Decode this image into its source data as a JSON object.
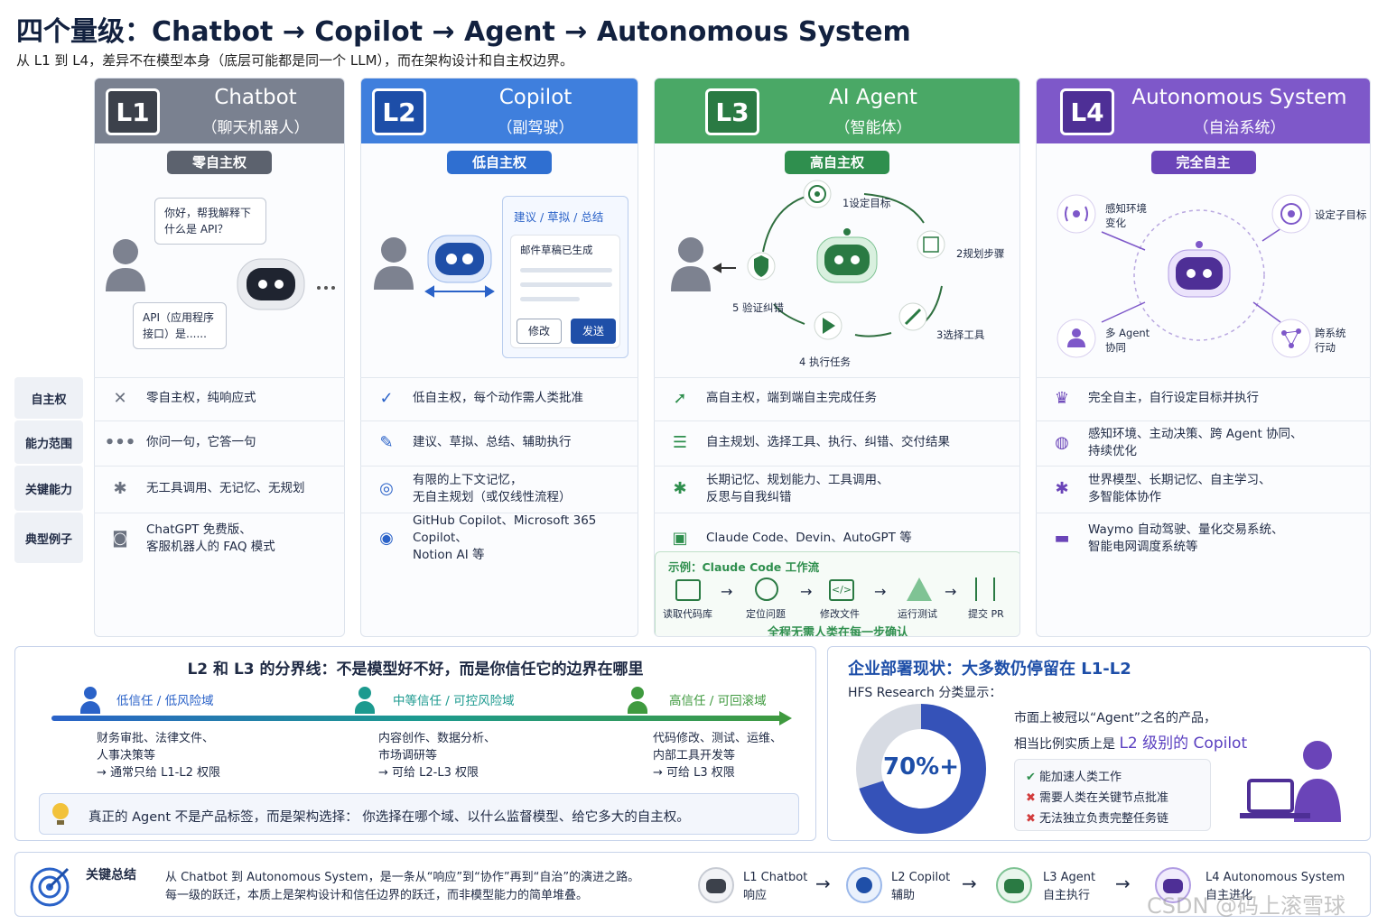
{
  "header": {
    "title": "四个量级：Chatbot → Copilot → Agent → Autonomous System",
    "subtitle": "从 L1 到 L4，差异不在模型本身（底层可能都是同一个 LLM），而在架构设计和自主权边界。"
  },
  "row_labels": [
    "自主权",
    "能力范围",
    "关键能力",
    "典型例子"
  ],
  "levels": [
    {
      "code": "L1",
      "name": "Chatbot",
      "sub": "（聊天机器人）",
      "pill": "零自主权",
      "color": "#7a8190",
      "dark": "#3c414b",
      "rows": [
        "零自主权，纯响应式",
        "你问一句，它答一句",
        "无工具调用、无记忆、无规划",
        "ChatGPT 免费版、\n客服机器人的 FAQ 模式"
      ],
      "bubble_user": "你好，帮我解释下\n什么是 API？",
      "bubble_bot": "API（应用程序\n接口）是......"
    },
    {
      "code": "L2",
      "name": "Copilot",
      "sub": "（副驾驶）",
      "pill": "低自主权",
      "color": "#3f7fdd",
      "dark": "#1d4ea8",
      "rows": [
        "低自主权，每个动作需人类批准",
        "建议、草拟、总结、辅助执行",
        "有限的上下文记忆，\n无自主规划（或仅线性流程）",
        "GitHub Copilot、Microsoft 365 Copilot、\nNotion AI 等"
      ],
      "panel_title": "建议 / 草拟 / 总结",
      "panel_doc": "邮件草稿已生成",
      "btn_edit": "修改",
      "btn_send": "发送"
    },
    {
      "code": "L3",
      "name": "AI Agent",
      "sub": "（智能体）",
      "pill": "高自主权",
      "color": "#4aa866",
      "dark": "#2a7a43",
      "rows": [
        "高自主权，端到端自主完成任务",
        "自主规划、选择工具、执行、纠错、交付结果",
        "长期记忆、规划能力、工具调用、\n反思与自我纠错",
        "Claude Code、Devin、AutoGPT 等"
      ],
      "loop": [
        "1设定目标",
        "2规划步骤",
        "3选择工具",
        "4 执行任务",
        "5 验证纠错"
      ],
      "example_title": "示例：Claude Code 工作流",
      "example_steps": [
        "读取代码库",
        "定位问题",
        "修改文件",
        "运行测试",
        "提交 PR"
      ],
      "example_foot": "全程无需人类在每一步确认"
    },
    {
      "code": "L4",
      "name": "Autonomous System",
      "sub": "（自治系统）",
      "pill": "完全自主",
      "color": "#7e58c9",
      "dark": "#4e2f96",
      "rows": [
        "完全自主，自行设定目标并执行",
        "感知环境、主动决策、跨 Agent 协同、\n持续优化",
        "世界模型、长期记忆、自主学习、\n多智能体协作",
        "Waymo 自动驾驶、量化交易系统、\n智能电网调度系统等"
      ],
      "nodes": [
        "感知环境\n变化",
        "设定子目标",
        "多 Agent\n协同",
        "跨系统\n行动"
      ]
    }
  ],
  "trust": {
    "title": "L2 和 L3 的分界线：不是模型好不好，而是你信任它的边界在哪里",
    "zones": [
      {
        "label": "低信任 / 低风险域",
        "desc": "财务审批、法律文件、\n人事决策等\n→ 通常只给 L1-L2 权限",
        "color": "#2a62c8"
      },
      {
        "label": "中等信任 / 可控风险域",
        "desc": "内容创作、数据分析、\n市场调研等\n→  可给 L2-L3 权限",
        "color": "#1c9a8f"
      },
      {
        "label": "高信任 / 可回滚域",
        "desc": "代码修改、测试、运维、\n内部工具开发等\n→ 可给 L3 权限",
        "color": "#3f9a3f"
      }
    ],
    "tip": "真正的 Agent 不是产品标签，而是架构选择：  你选择在哪个域、以什么监督模型、给它多大的自主权。"
  },
  "enterprise": {
    "title": "企业部署现状：大多数仍停留在 L1-L2",
    "source": "HFS Research 分类显示：",
    "percent_label": "70%+",
    "percent_value": 70,
    "claim_1": "市面上被冠以“Agent”之名的产品，",
    "claim_2a": "相当比例实质上是",
    "claim_2b": "L2 级别的 Copilot",
    "checks": [
      {
        "text": "能加速人类工作",
        "ok": true
      },
      {
        "text": "需要人类在关键节点批准",
        "ok": false
      },
      {
        "text": "无法独立负责完整任务链",
        "ok": false
      }
    ]
  },
  "summary": {
    "label": "关键总结",
    "text1": "从 Chatbot 到 Autonomous System，是一条从“响应”到“协作”再到“自治”的演进之路。",
    "text2": "每一级的跃迁，本质上是架构设计和信任边界的跃迁，而非模型能力的简单堆叠。",
    "chain": [
      {
        "name": "L1 Chatbot",
        "role": "响应"
      },
      {
        "name": "L2 Copilot",
        "role": "辅助"
      },
      {
        "name": "L3 Agent",
        "role": "自主执行"
      },
      {
        "name": "L4 Autonomous System",
        "role": "自主进化"
      }
    ]
  },
  "watermark": "CSDN @码上滚雪球"
}
